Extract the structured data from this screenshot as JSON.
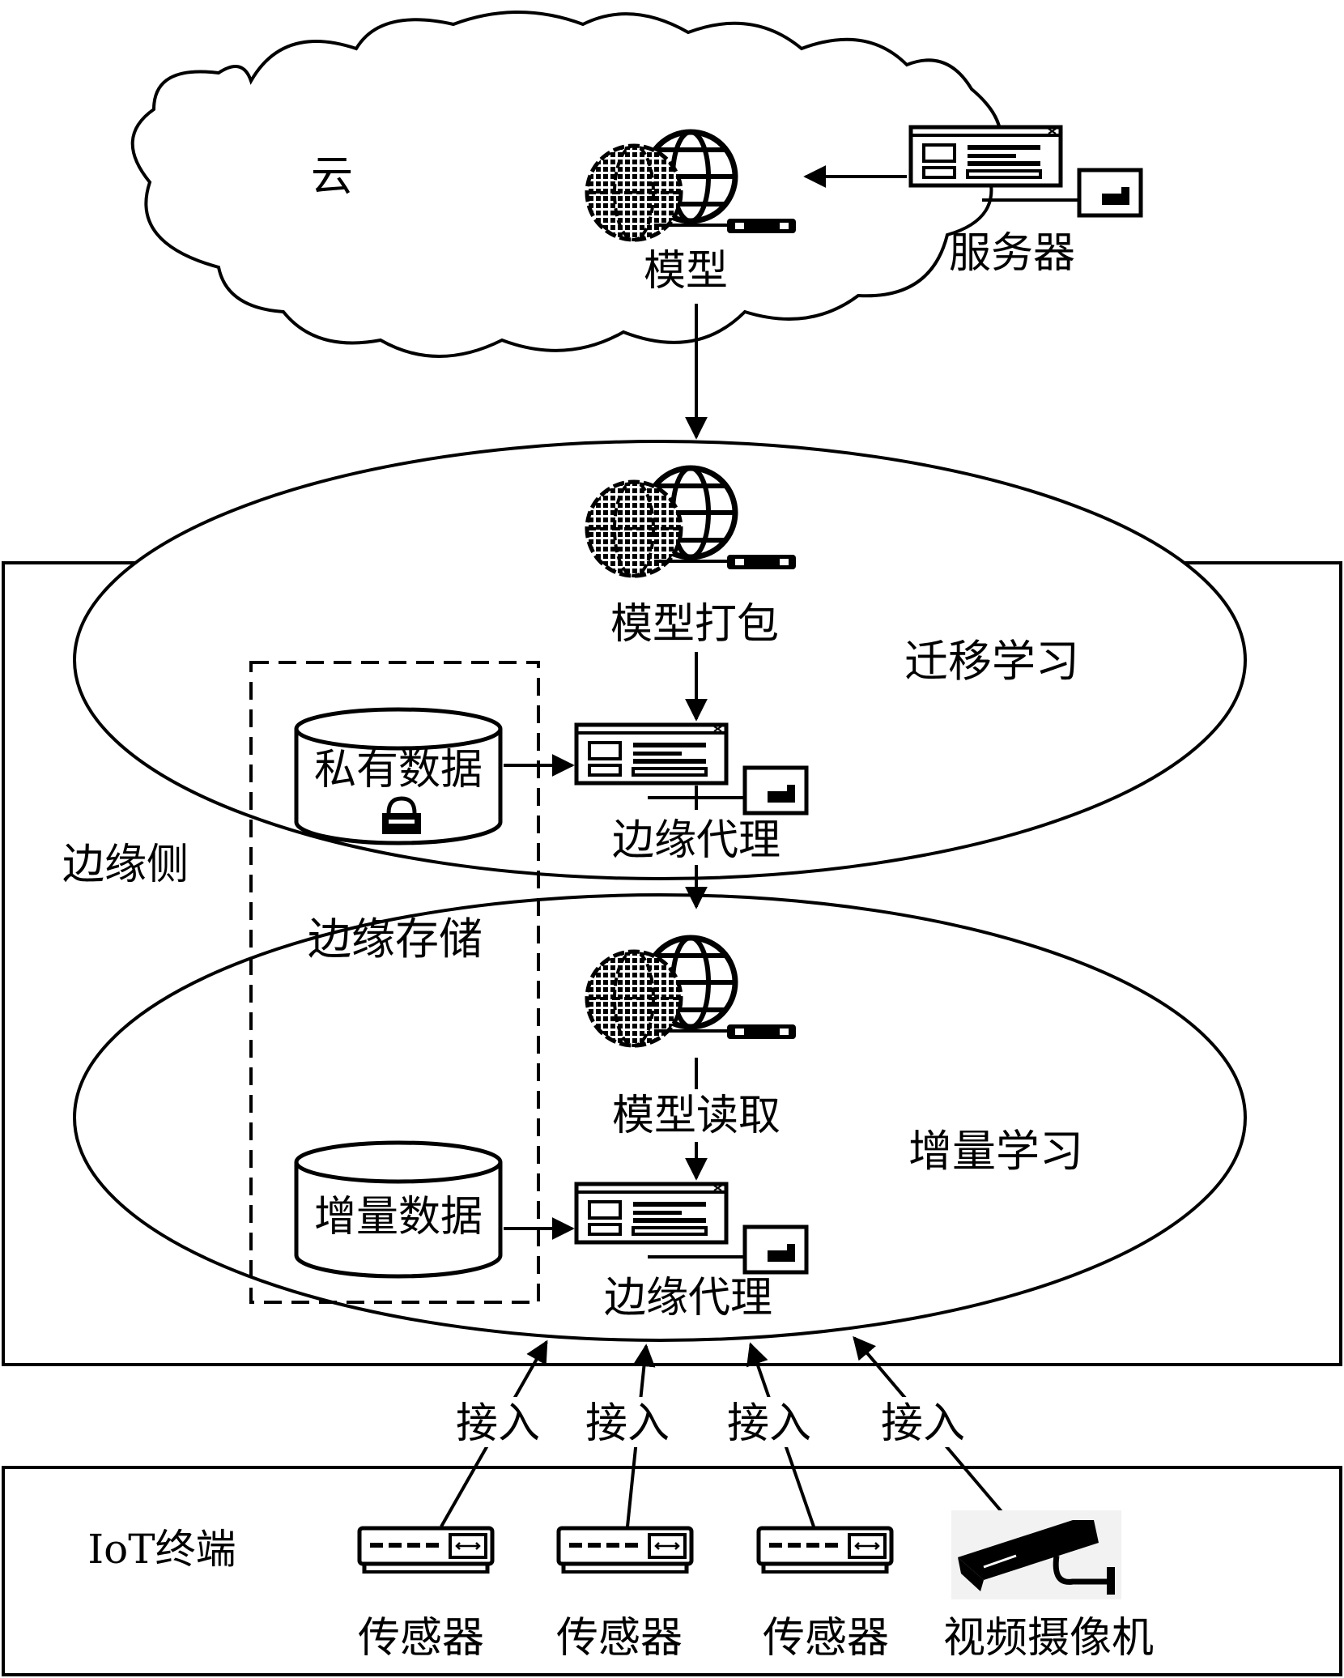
{
  "cloud": {
    "label": "云",
    "model_label": "模型",
    "server_label": "服务器"
  },
  "edge": {
    "side_label": "边缘侧",
    "transfer_learning": "迁移学习",
    "incremental_learning": "增量学习",
    "model_pack": "模型打包",
    "model_read": "模型读取",
    "agent_top": "边缘代理",
    "agent_bottom": "边缘代理",
    "storage_label": "边缘存储",
    "private_data": "私有数据",
    "incremental_data": "增量数据"
  },
  "access_labels": [
    "接入",
    "接入",
    "接入",
    "接入"
  ],
  "iot": {
    "label": "IoT终端",
    "devices": [
      "传感器",
      "传感器",
      "传感器",
      "视频摄像机"
    ]
  },
  "icons": [
    "globe-icon",
    "server-window-icon",
    "database-icon",
    "lock-icon",
    "sensor-icon",
    "camera-icon"
  ]
}
